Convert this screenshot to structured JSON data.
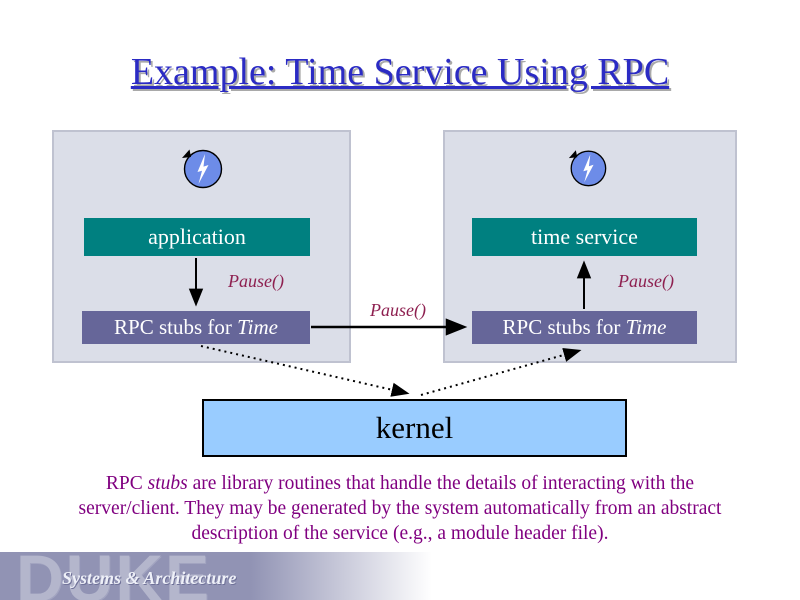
{
  "slide": {
    "title": "Example: Time Service Using RPC",
    "pause": "Pause()",
    "client": {
      "app_label": "application",
      "stub_pre": "RPC stubs for ",
      "stub_em": "Time"
    },
    "server": {
      "service_label": "time service",
      "stub_pre": "RPC stubs for ",
      "stub_em": "Time"
    },
    "kernel_label": "kernel",
    "caption": {
      "pre": "RPC ",
      "em": "stubs",
      "rest": " are library routines that handle the details of interacting with the server/client.  They may be generated by the system automatically from an abstract description of the service (e.g., a module header file)."
    },
    "footer": {
      "logo": "DUKE",
      "tagline": "Systems & Architecture"
    },
    "colors": {
      "title_blue": "#2b2bc4",
      "panel_gray": "#dbdee8",
      "teal_box": "#008080",
      "slate_box": "#666699",
      "kernel_blue": "#99ccff",
      "pause_red": "#8e2050",
      "caption_purple": "#800080",
      "thread_blue": "#6d8ce8",
      "banner_purple": "#9193b4"
    }
  }
}
